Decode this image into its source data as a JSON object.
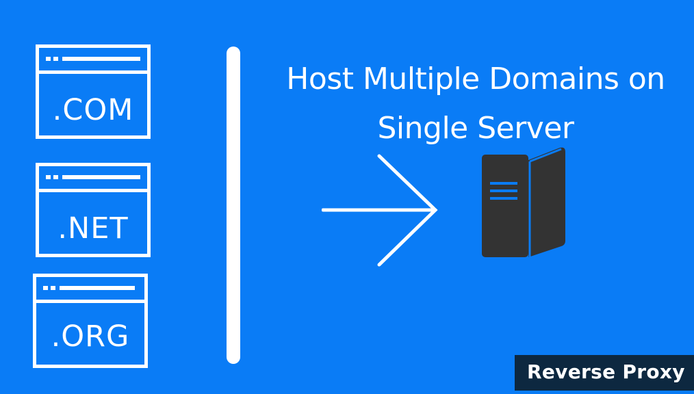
{
  "heading": {
    "line1": "Host Multiple Domains on",
    "line2": "Single Server"
  },
  "domains": [
    {
      "label": ".COM"
    },
    {
      "label": ".NET"
    },
    {
      "label": ".ORG"
    }
  ],
  "badge": {
    "label": "Reverse Proxy"
  },
  "colors": {
    "background": "#0a7cf6",
    "foreground": "#ffffff",
    "server_body": "#333333",
    "badge_background": "#0d2840"
  },
  "icons": {
    "window": "browser-window-icon",
    "arrow": "arrow-right-icon",
    "server": "server-icon"
  }
}
